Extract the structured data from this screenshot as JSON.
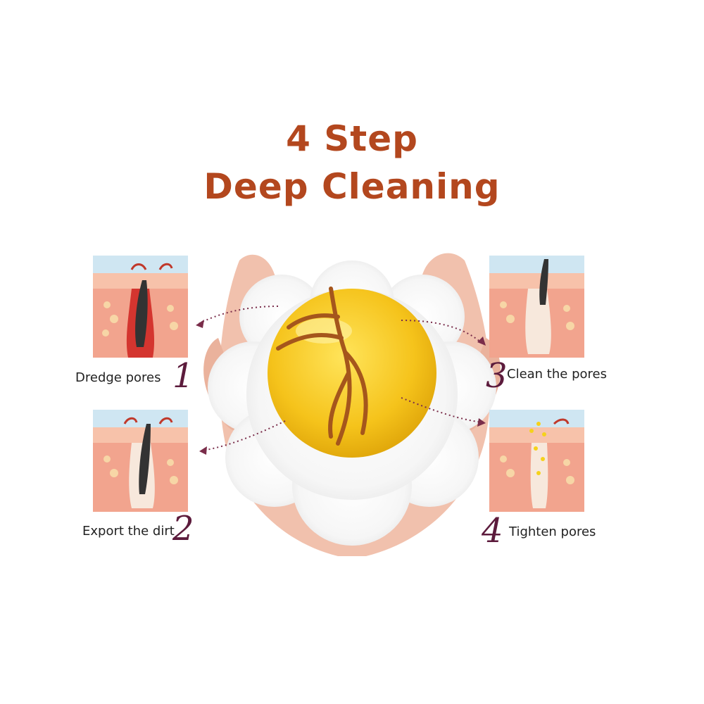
{
  "title": {
    "line1": "4 Step",
    "line2": "Deep Cleaning"
  },
  "steps": [
    {
      "number": "1",
      "label": "Dredge pores"
    },
    {
      "number": "2",
      "label": "Export the dirt"
    },
    {
      "number": "3",
      "label": "Clean the pores"
    },
    {
      "number": "4",
      "label": "Tighten pores"
    }
  ],
  "colors": {
    "title": "#b3471e",
    "number": "#5c1b3c",
    "skin": "#f2a48e",
    "sky": "#cfe6f2",
    "soap": "#f5c31b",
    "arrow": "#7a2d4a"
  }
}
